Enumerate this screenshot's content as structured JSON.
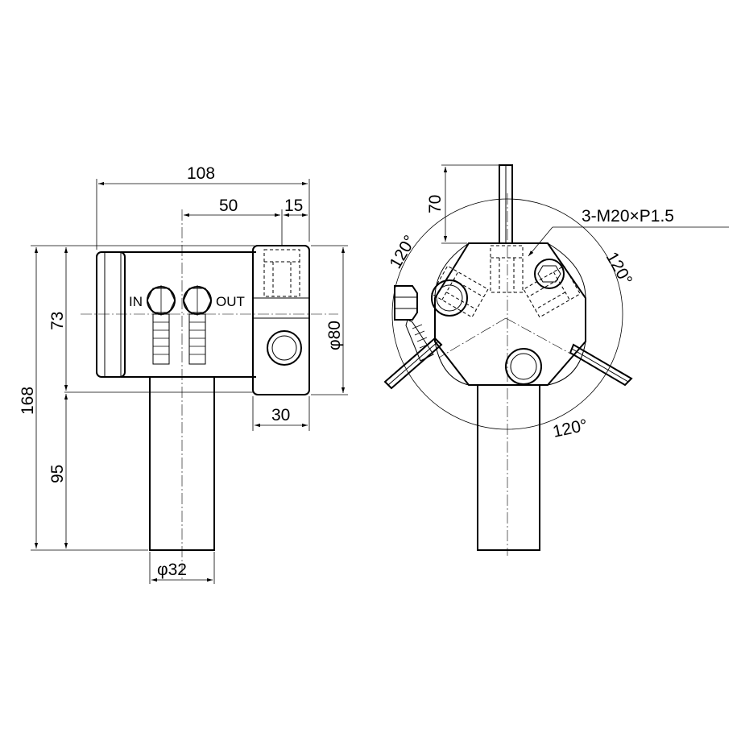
{
  "side_view": {
    "dim_overall_width": "108",
    "dim_offset": "50",
    "dim_edge": "15",
    "dim_total_height": "168",
    "dim_top_height": "73",
    "dim_bottom_height": "95",
    "dim_body_diameter": "φ80",
    "dim_clamp_width": "30",
    "dim_shaft_diameter": "φ32",
    "port_in_label": "IN",
    "port_out_label": "OUT"
  },
  "front_view": {
    "dim_blade_height": "70",
    "thread_callout": "3-M20×P1.5",
    "angle_left": "120°",
    "angle_right": "120°",
    "angle_bottom": "120°"
  }
}
